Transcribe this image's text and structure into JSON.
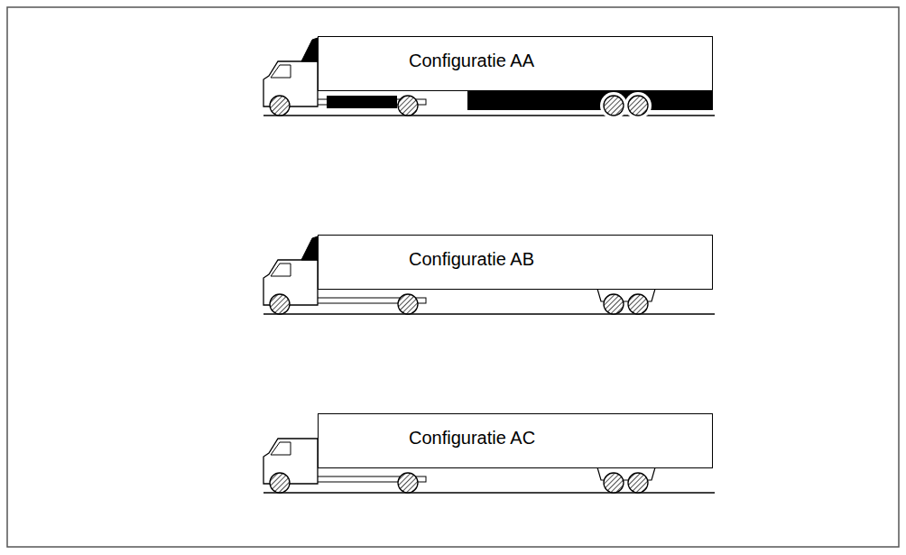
{
  "diagram": {
    "nodes": [
      {
        "text": [
          "Configuratie AA"
        ]
      },
      {
        "text": [
          "Configuratie AB"
        ]
      },
      {
        "text": [
          "Configuratie AC"
        ]
      }
    ]
  }
}
